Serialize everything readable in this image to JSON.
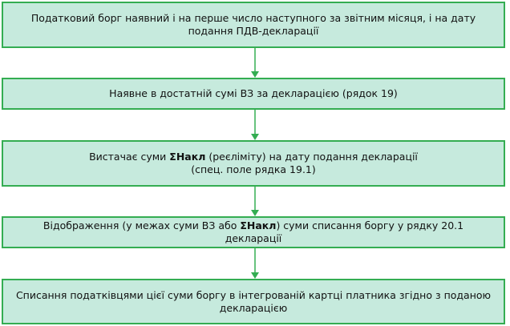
{
  "colors": {
    "box_fill": "#c6eadd",
    "box_border": "#34ad52",
    "arrow": "#34ad52",
    "text": "#111111"
  },
  "steps": [
    {
      "line1": "Податковий борг наявний і на перше число наступного за звітним місяця, і на дату",
      "line2": "подання ПДВ-декларації"
    },
    {
      "line1": "Наявне в достатній сумі ВЗ за декларацією (рядок 19)"
    },
    {
      "pre": "Вистачає суми ",
      "bold": "ΣНакл",
      "post": " (реєліміту) на дату подання декларації",
      "line2": "(спец. поле рядка 19.1)"
    },
    {
      "pre": "Відображення (у межах суми ВЗ або ",
      "bold": "ΣНакл",
      "post": ") суми списання боргу у рядку 20.1 декларації"
    },
    {
      "line1": "Списання податківцями цієї суми боргу в інтегрованій картці платника згідно з поданою",
      "line2": "декларацією"
    }
  ]
}
